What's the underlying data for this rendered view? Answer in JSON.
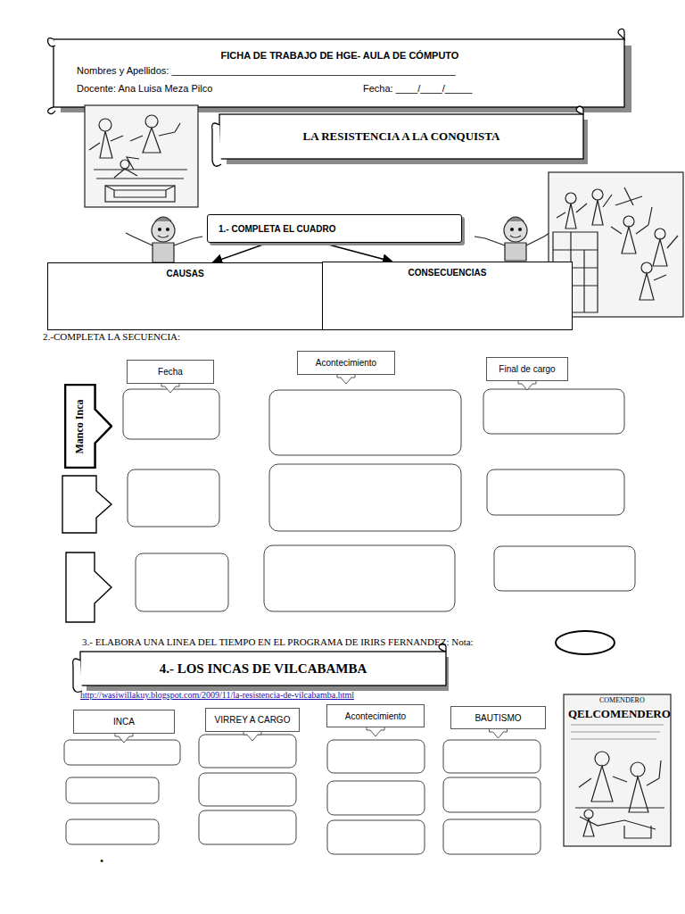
{
  "diagram": {
    "title": "LA RESISTENCIA A LA CONQUISTA",
    "nodes": [
      {
        "text": [
          "FICHA DE TRABAJO DE HGE- AULA DE CÓMPUTO",
          "Nombres y Apellidos: ____________________________________________________",
          "Docente: Ana Luisa Meza Pilco",
          "Fecha: ____/____/_____"
        ]
      },
      {
        "text": [
          "LA RESISTENCIA A LA CONQUISTA"
        ]
      },
      {
        "text": [
          "1.- COMPLETA EL CUADRO"
        ]
      },
      {
        "text": [
          "CAUSAS"
        ]
      },
      {
        "text": [
          "CONSECUENCIAS"
        ]
      },
      {
        "text": [
          "Fecha"
        ]
      },
      {
        "text": [
          "Acontecimiento"
        ]
      },
      {
        "text": [
          "Final de cargo"
        ]
      },
      {
        "text": [
          "Manco Inca"
        ]
      },
      {
        "text": [
          "4.- LOS INCAS DE VILCABAMBA"
        ]
      },
      {
        "text": [
          "INCA"
        ]
      },
      {
        "text": [
          "VIRREY A CARGO"
        ]
      },
      {
        "text": [
          "Acontecimiento"
        ]
      },
      {
        "text": [
          "BAUTISMO"
        ]
      }
    ],
    "edges": [
      {
        "from": 2,
        "to": 3,
        "arrow": "to"
      },
      {
        "from": 2,
        "to": 4,
        "arrow": "to"
      }
    ],
    "labels": [
      "2.-COMPLETA LA SECUENCIA:",
      "3.- ELABORA UNA LINEA DEL TIEMPO EN EL PROGRAMA DE IRIRS FERNANDEZ: Nota:",
      "http://wasiwillakuy.blogspot.com/2009/11/la-resistencia-de-vilcabamba.html",
      "COMENDERO",
      "QELCOMENDERO",
      "•"
    ]
  }
}
